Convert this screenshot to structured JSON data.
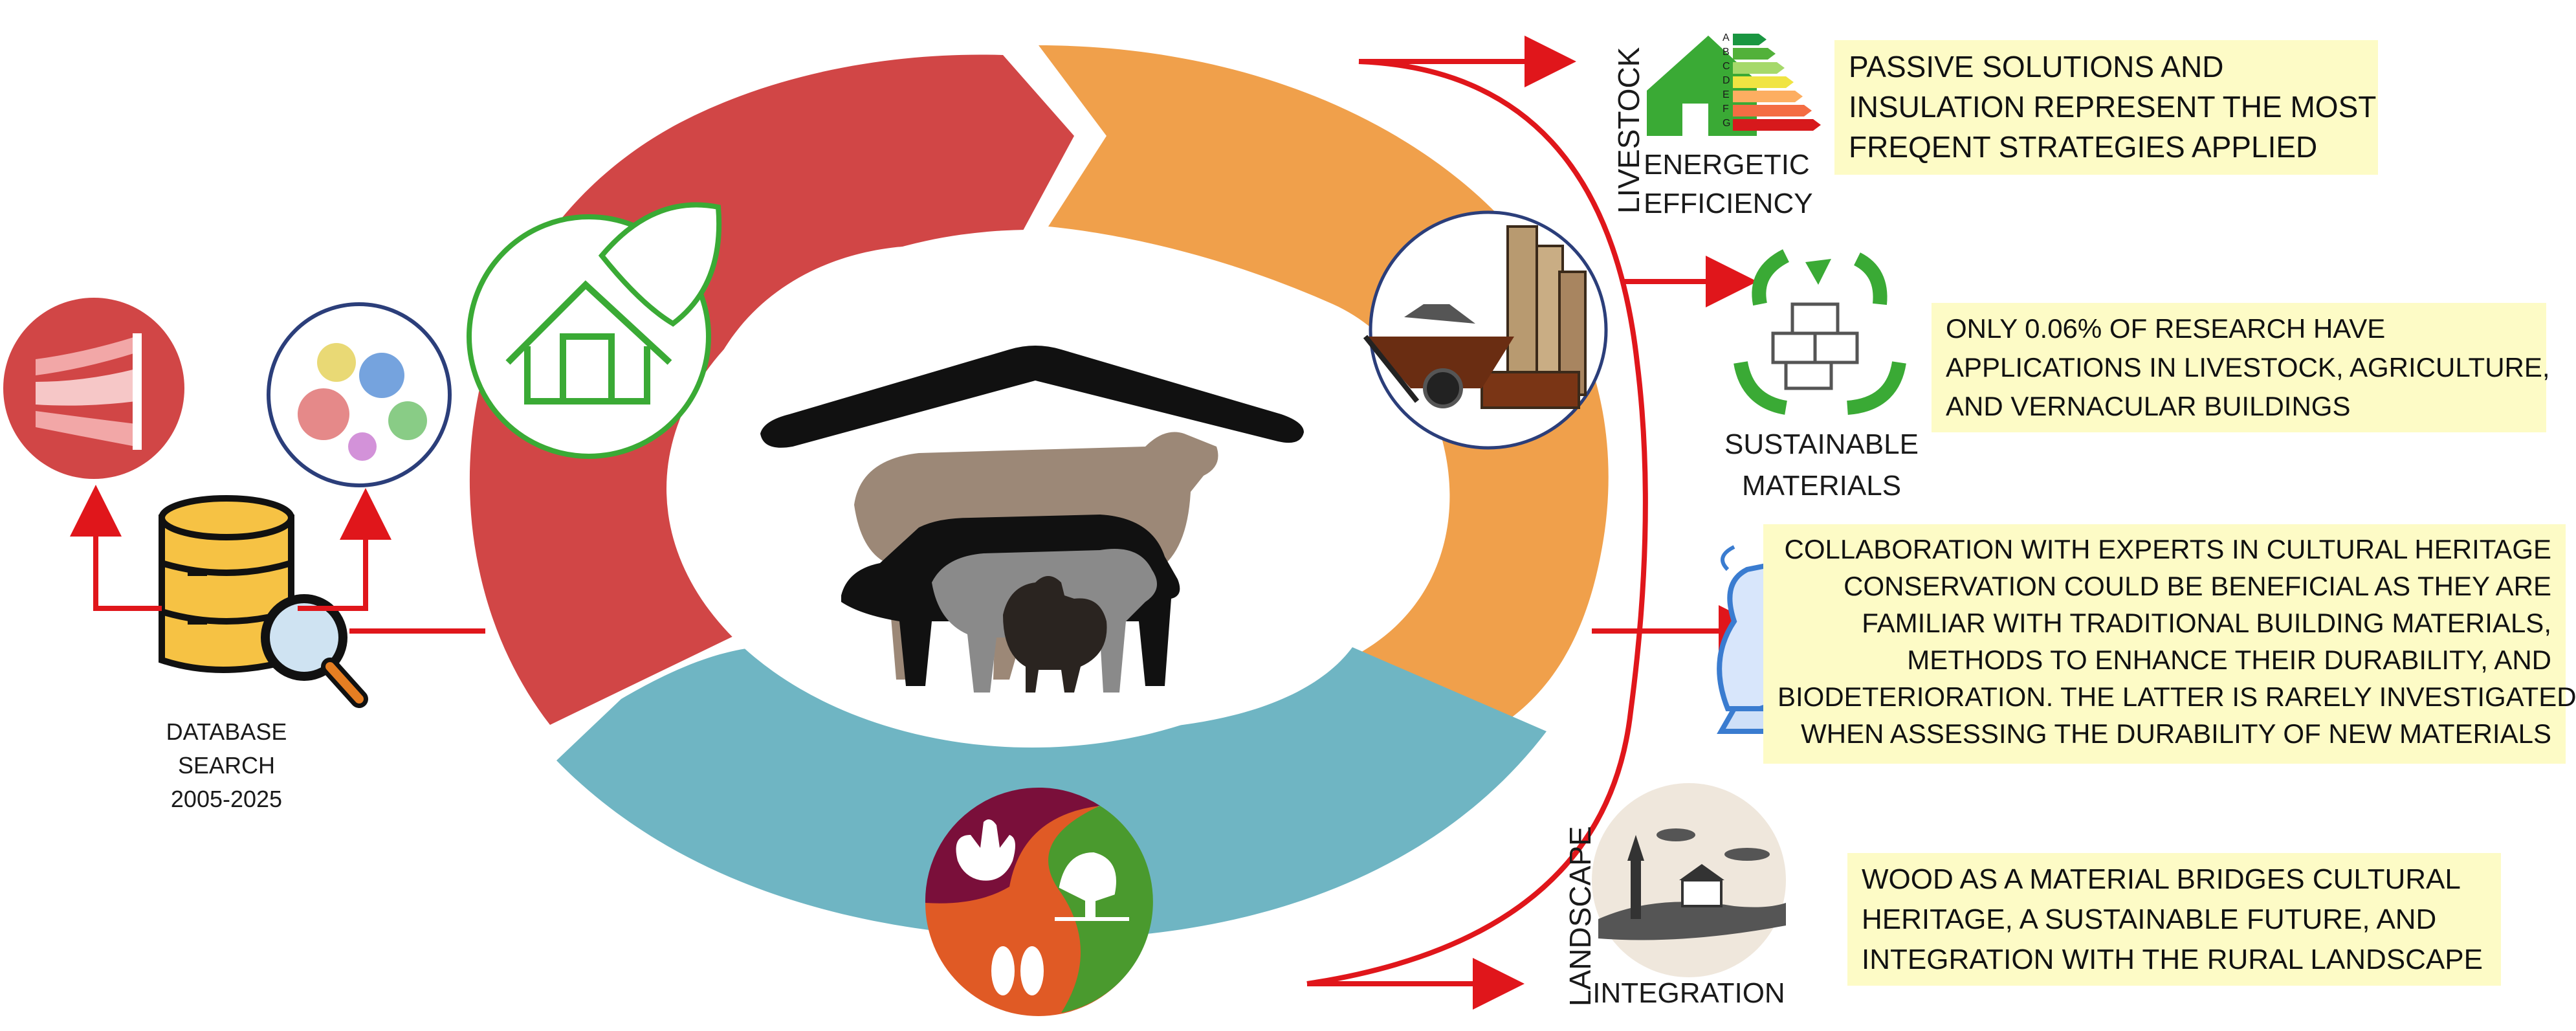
{
  "database": {
    "label_lines": [
      "DATABASE",
      "SEARCH",
      "2005-2025"
    ]
  },
  "outcomes": [
    {
      "category_vertical": "LIVESTOCK",
      "category_lines": [
        "ENERGETIC",
        "EFFICIENCY"
      ],
      "energy_rating_letters": [
        "A",
        "B",
        "C",
        "D",
        "E",
        "F",
        "G"
      ],
      "note_lines": [
        "PASSIVE SOLUTIONS AND",
        "INSULATION REPRESENT THE MOST",
        "FREQENT STRATEGIES APPLIED"
      ]
    },
    {
      "category_lines": [
        "SUSTAINABLE",
        "MATERIALS"
      ],
      "note_lines": [
        "ONLY 0.06% OF RESEARCH HAVE",
        "APPLICATIONS IN LIVESTOCK, AGRICULTURE,",
        "AND VERNACULAR BUILDINGS"
      ]
    },
    {
      "note_lines": [
        "COLLABORATION WITH EXPERTS  IN CULTURAL HERITAGE",
        "CONSERVATION COULD BE BENEFICIAL AS THEY ARE",
        "FAMILIAR WITH TRADITIONAL BUILDING MATERIALS,",
        "METHODS TO ENHANCE THEIR DURABILITY, AND",
        "BIODETERIORATION. THE LATTER IS RARELY INVESTIGATED",
        "WHEN ASSESSING THE DURABILITY OF NEW MATERIALS"
      ]
    },
    {
      "category_vertical": "LANDSCAPE",
      "category_lines": [
        "INTEGRATION"
      ],
      "note_lines": [
        "WOOD AS A MATERIAL BRIDGES CULTURAL",
        "HERITAGE, A SUSTAINABLE FUTURE, AND",
        "INTEGRATION WITH THE RURAL LANDSCAPE"
      ]
    }
  ],
  "colors": {
    "cycle_red": "#d14646",
    "cycle_orange": "#f0a04b",
    "cycle_teal": "#6fb5c3",
    "arrow_red": "#e0161b",
    "note_bg": "#fdfbc6",
    "green": "#3aaa35",
    "database_gold": "#f6c244"
  },
  "icons": [
    "sankey-icon",
    "network-graph-icon",
    "database-search-icon",
    "green-house-leaf-icon",
    "livestock-silhouette-icon",
    "wheelbarrow-wood-icon",
    "energy-rating-house-icon",
    "recycle-materials-icon",
    "sphinx-statue-icon",
    "rural-landscape-icon",
    "hand-tree-hoof-icon"
  ]
}
